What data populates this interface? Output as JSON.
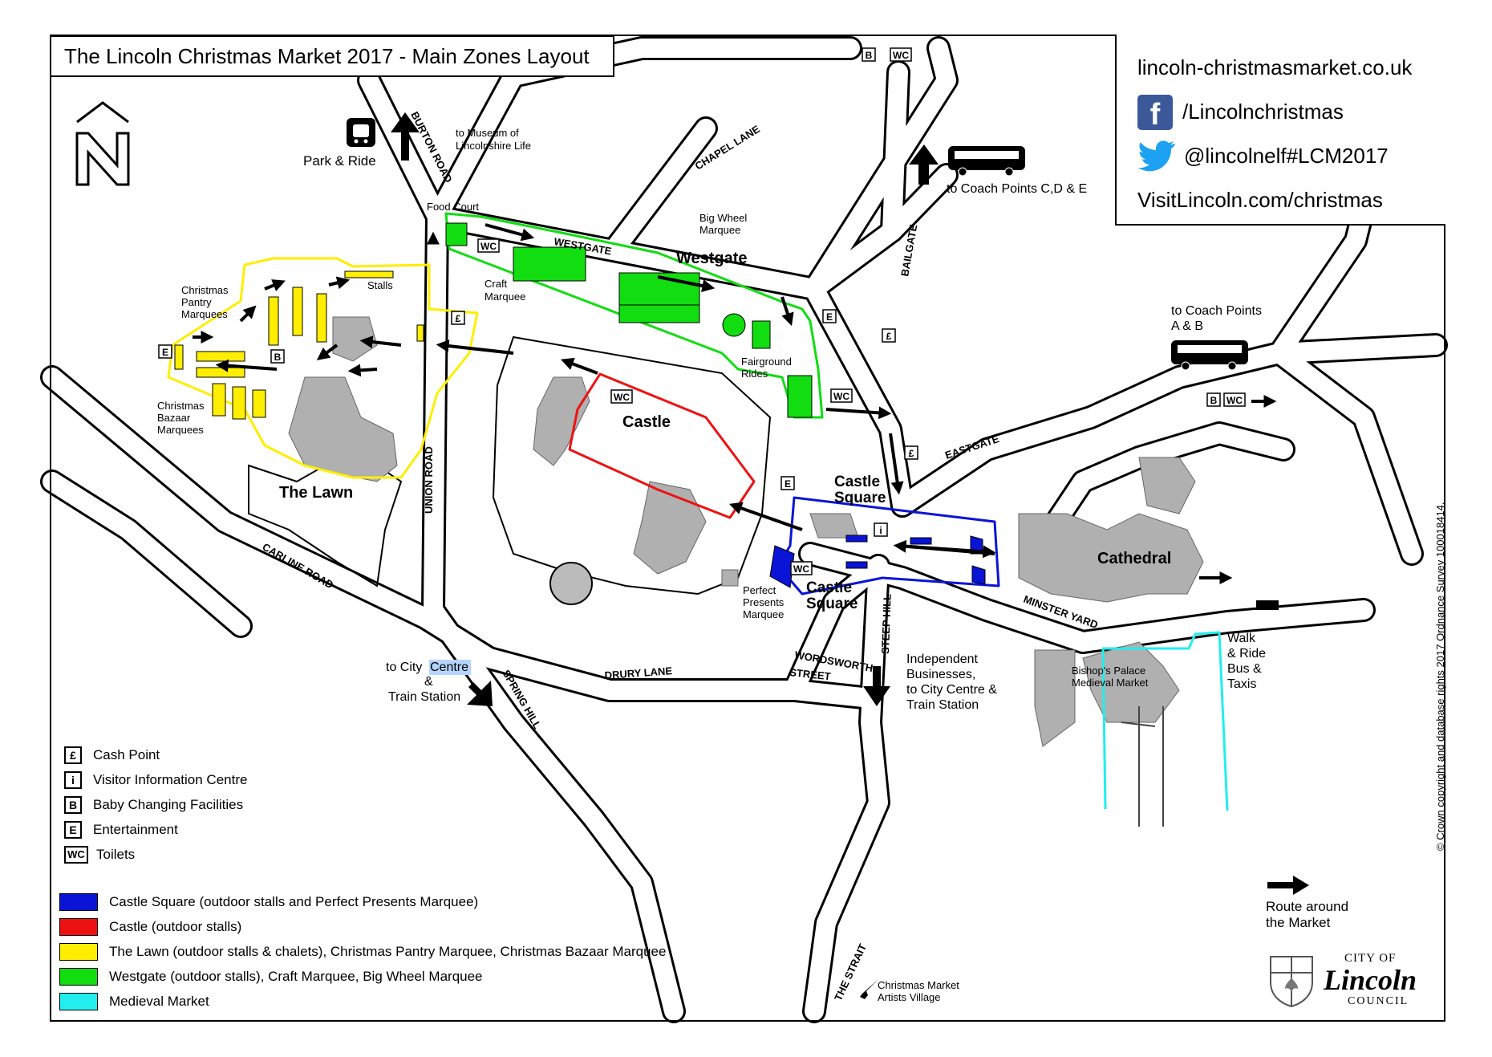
{
  "title": "The Lincoln Christmas Market 2017 - Main Zones Layout",
  "info": {
    "website": "lincoln-christmasmarket.co.uk",
    "facebook": "/Lincolnchristmas",
    "twitter": "@lincolnelf#LCM2017",
    "visit": "VisitLincoln.com/christmas",
    "facebook_icon": "facebook-icon",
    "twitter_icon": "twitter-icon"
  },
  "roads": {
    "burton_road": "BURTON ROAD",
    "chapel_lane": "CHAPEL LANE",
    "westgate_road": "WESTGATE",
    "bailgate": "BAILGATE",
    "eastgate": "EASTGATE",
    "union_road": "UNION ROAD",
    "carline_road": "CARLINE ROAD",
    "drury_lane": "DRURY LANE",
    "spring_hill": "SPRING HILL",
    "wordsworth": "WORDSWORTH",
    "street": "STREET",
    "steep_hill": "STEEP HILL",
    "minster_yard": "MINSTER YARD",
    "the_strait": "THE STRAIT"
  },
  "places": {
    "park_ride": "Park & Ride",
    "museum_1": "to Museum of",
    "museum_2": "Lincolnshire Life",
    "food_court": "Food Court",
    "big_wheel_1": "Big Wheel",
    "big_wheel_2": "Marquee",
    "westgate": "Westgate",
    "craft_1": "Craft",
    "craft_2": "Marquee",
    "coach_cde": "to Coach Points  C,D & E",
    "coach_ab_1": "to Coach Points",
    "coach_ab_2": "A & B",
    "pantry_1": "Christmas",
    "pantry_2": "Pantry",
    "pantry_3": "Marquees",
    "stalls": "Stalls",
    "bazaar_1": "Christmas",
    "bazaar_2": "Bazaar",
    "bazaar_3": "Marquees",
    "the_lawn": "The Lawn",
    "castle": "Castle",
    "fairground_1": "Fairground",
    "fairground_2": "Rides",
    "castle_square": "Castle",
    "castle_square_2": "Square",
    "perfect_1": "Perfect",
    "perfect_2": "Presents",
    "perfect_3": "Marquee",
    "cathedral": "Cathedral",
    "bishops_1": "Bishop's Palace",
    "bishops_2": "Medieval Market",
    "walk_1": "Walk",
    "walk_2": "& Ride",
    "walk_3": "Bus &",
    "walk_4": "Taxis",
    "independent_1": "Independent",
    "independent_2": "Businesses,",
    "independent_3": "to City Centre &",
    "independent_4": "Train Station",
    "city_centre_1": "to City",
    "city_centre_1b": "Centre",
    "city_centre_2": "&",
    "city_centre_3": "Train Station",
    "artists_1": "Christmas Market",
    "artists_2": "Artists Village"
  },
  "markers": {
    "b": "B",
    "e": "E",
    "wc": "WC",
    "pound": "£",
    "i": "i"
  },
  "legend": [
    {
      "key": "£",
      "label": "Cash Point"
    },
    {
      "key": "i",
      "label": "Visitor Information Centre"
    },
    {
      "key": "B",
      "label": "Baby Changing Facilities"
    },
    {
      "key": "E",
      "label": "Entertainment"
    },
    {
      "key": "WC",
      "label": "Toilets"
    }
  ],
  "zones": [
    {
      "color": "#0a14d6",
      "label": "Castle Square (outdoor stalls and Perfect Presents Marquee)"
    },
    {
      "color": "#ee1111",
      "label": "Castle (outdoor stalls)"
    },
    {
      "color": "#ffee00",
      "label": "The Lawn (outdoor stalls & chalets), Christmas Pantry Marquee, Christmas Bazaar Marquee"
    },
    {
      "color": "#11dd11",
      "label": "Westgate (outdoor stalls), Craft Marquee, Big Wheel Marquee"
    },
    {
      "color": "#22eeee",
      "label": "Medieval Market"
    }
  ],
  "route_legend": {
    "line1": "Route around",
    "line2": "the Market"
  },
  "copyright": "© Crown copyright and database rights 2017 Ordnance Survey 100018414.",
  "council": {
    "city_of": "CITY OF",
    "name": "Lincoln",
    "council": "COUNCIL"
  }
}
